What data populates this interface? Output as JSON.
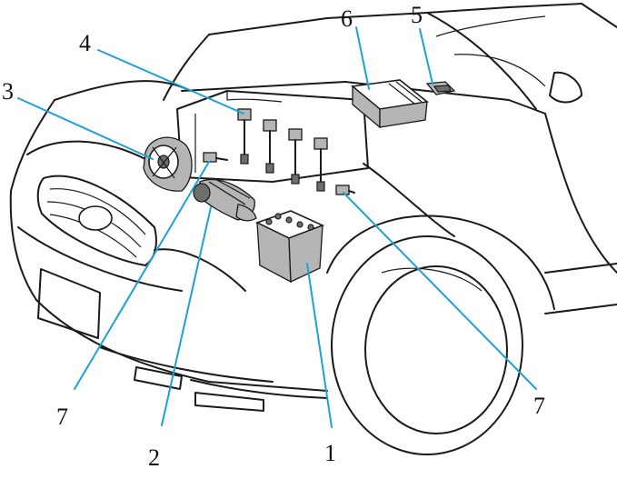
{
  "callouts": {
    "c1": "1",
    "c2": "2",
    "c3": "3",
    "c4": "4",
    "c5": "5",
    "c6": "6",
    "c7a": "7",
    "c7b": "7"
  },
  "colors": {
    "leader": "#1ea1d8",
    "line_art": "#1a1a1a",
    "component_fill": "#b5b5b5",
    "background": "#ffffff"
  }
}
